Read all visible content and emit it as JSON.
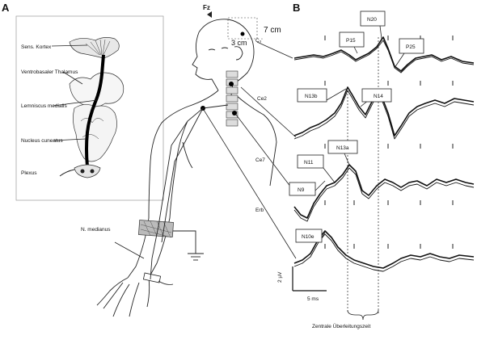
{
  "panels": {
    "a_label": "A",
    "b_label": "B"
  },
  "brain": {
    "labels": [
      "Sens. Kortex",
      "Ventrobasaler Thalamus",
      "Lemniscus medialis",
      "Nucleus cuneatus",
      "Plexus"
    ]
  },
  "body": {
    "fz": "Fz",
    "dist_7cm": "7 cm",
    "dist_3cm": "3 cm",
    "c3": "C₃'",
    "ce2": "Ce2",
    "ce7": "Ce7",
    "erb": "Erb",
    "nerve": "N. medianus"
  },
  "waves": {
    "peaks": [
      "N20",
      "P15",
      "P25",
      "N13b",
      "N14",
      "N13a",
      "N11",
      "N9",
      "N10e"
    ],
    "scale_v": "2 µV",
    "scale_t": "5 ms",
    "footnote": "Zentrale Überleitungszeit"
  }
}
